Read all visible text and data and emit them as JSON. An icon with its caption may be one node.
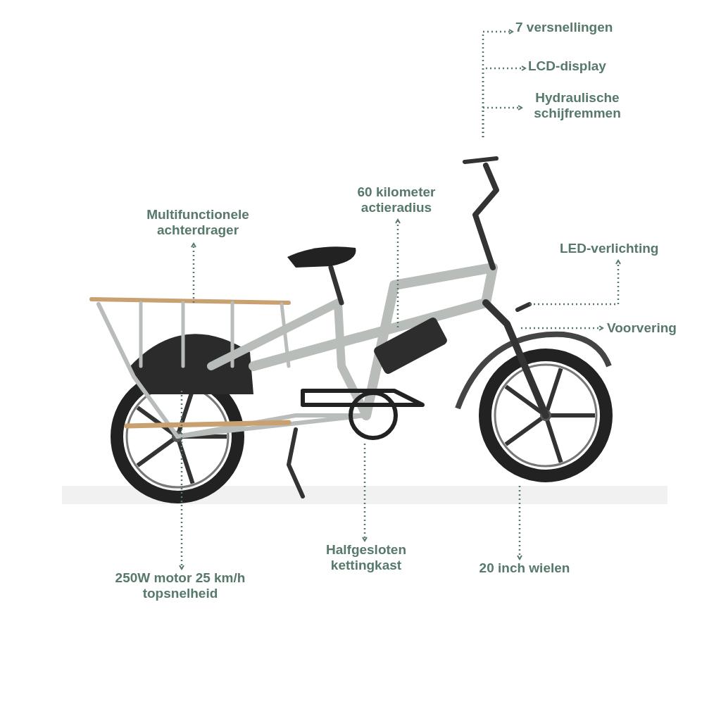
{
  "diagram": {
    "nodes": [
      {
        "text": [
          "7 versnellingen"
        ]
      },
      {
        "text": [
          "LCD-display"
        ]
      },
      {
        "text": [
          "Hydraulische schijfremmen"
        ]
      },
      {
        "text": [
          "60 kilometer actieradius"
        ]
      },
      {
        "text": [
          "Multifunctionele achterdrager"
        ]
      },
      {
        "text": [
          "LED-verlichting"
        ]
      },
      {
        "text": [
          "Voorvering"
        ]
      },
      {
        "text": [
          "Halfgesloten kettingkast"
        ]
      },
      {
        "text": [
          "20 inch wielen"
        ]
      },
      {
        "text": [
          "250W motor 25 km/h topsnelheid"
        ]
      }
    ],
    "edges": [
      {
        "from": null,
        "to": 0,
        "arrow": "to",
        "style": "dashed"
      },
      {
        "from": null,
        "to": 1,
        "arrow": "to",
        "style": "dashed"
      },
      {
        "from": null,
        "to": 2,
        "arrow": "to",
        "style": "dashed"
      },
      {
        "from": null,
        "to": 3,
        "arrow": "to",
        "style": "dashed"
      },
      {
        "from": null,
        "to": 4,
        "arrow": "to",
        "style": "dashed"
      },
      {
        "from": null,
        "to": 5,
        "arrow": "to",
        "style": "dashed"
      },
      {
        "from": null,
        "to": 6,
        "arrow": "to",
        "style": "dashed"
      },
      {
        "from": null,
        "to": 7,
        "arrow": "to",
        "style": "dashed"
      },
      {
        "from": null,
        "to": 8,
        "arrow": "to",
        "style": "dashed"
      },
      {
        "from": null,
        "to": 9,
        "arrow": "to",
        "style": "dashed"
      }
    ]
  }
}
